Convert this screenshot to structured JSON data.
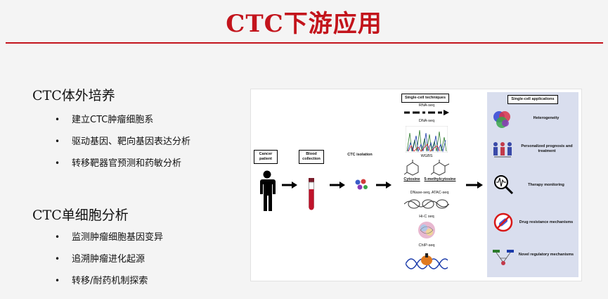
{
  "title": "CTC下游应用",
  "sections": [
    {
      "heading": "CTC体外培养",
      "bullets": [
        "建立CTC肿瘤细胞系",
        "驱动基因、靶向基因表达分析",
        "转移靶器官预测和药敏分析"
      ]
    },
    {
      "heading": "CTC单细胞分析",
      "bullets": [
        "监测肿瘤细胞基因变异",
        "追溯肿瘤进化起源",
        "转移/耐药机制探索"
      ]
    }
  ],
  "figure": {
    "steps": [
      "Cancer patient",
      "Blood collection",
      "CTC isolation"
    ],
    "techniques_header": "Single-cell techniques",
    "techniques": [
      "RNA-seq",
      "DNA-seq",
      "WGBS",
      "Cytosine",
      "5-methylcytosine",
      "DNase-seq, ATAC-seq",
      "Hi-C seq",
      "ChIP-seq"
    ],
    "applications_header": "Single-cell applications",
    "applications": [
      "Heterogeneity",
      "Personalized prognosis and treatment",
      "Therapy monitoring",
      "Drug resistance mechanisms",
      "Novel regulatory mechanisms"
    ],
    "colors": {
      "accent": "#c3141c",
      "panel": "#d9deee"
    }
  }
}
